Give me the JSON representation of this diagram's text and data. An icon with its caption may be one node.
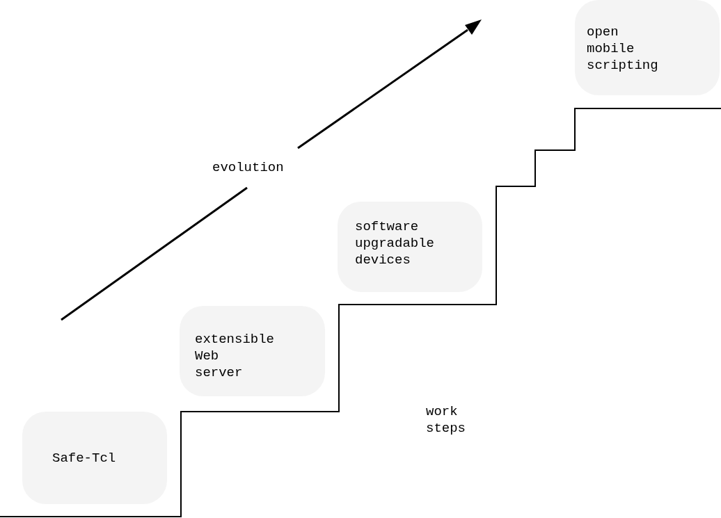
{
  "diagram": {
    "nodes": [
      {
        "text": [
          "Safe-Tcl"
        ]
      },
      {
        "text": [
          "extensible Web server"
        ]
      },
      {
        "text": [
          "software upgradable devices"
        ]
      },
      {
        "text": [
          "open mobile scripting"
        ]
      }
    ],
    "labels": [
      "evolution",
      "work steps"
    ]
  }
}
